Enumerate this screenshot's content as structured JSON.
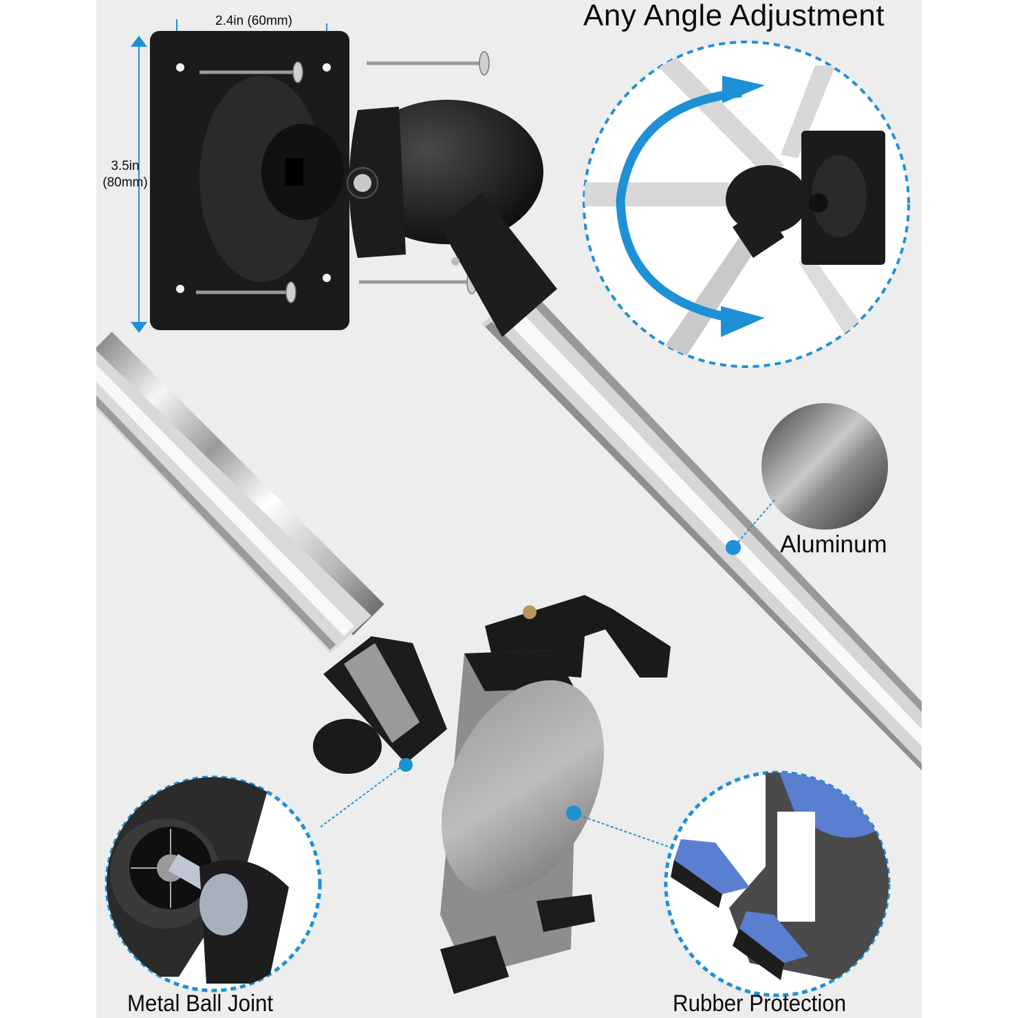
{
  "heading": "Any Angle Adjustment",
  "dimensions": {
    "width_label": "2.4in (60mm)",
    "height_label_line1": "3.5in",
    "height_label_line2": "(80mm)"
  },
  "callouts": [
    {
      "id": "aluminum",
      "label": "Aluminum"
    },
    {
      "id": "ball-joint",
      "label": "Metal Ball Joint"
    },
    {
      "id": "rubber",
      "label": "Rubber Protection"
    }
  ],
  "colors": {
    "background_panel": "#ededed",
    "margin": "#ffffff",
    "accent_blue": "#1e90d6",
    "rubber_pad_blue": "#5b7fd0",
    "mount_black": "#1a1a1a",
    "text": "#0a0a0a"
  },
  "icons": [
    "rotate-arrow-icon",
    "callout-dot-icon",
    "dimension-arrow-icon"
  ]
}
